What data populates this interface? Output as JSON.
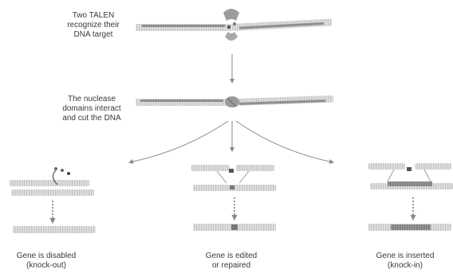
{
  "steps": [
    {
      "text": "Two TALEN\nrecognize their\nDNA target"
    },
    {
      "text": "The nuclease\ndomains interact\nand cut the DNA"
    }
  ],
  "outcomes": [
    {
      "text": "Gene is disabled\n(knock-out)"
    },
    {
      "text": "Gene is edited\nor repaired"
    },
    {
      "text": "Gene is inserted\n(knock-in)"
    }
  ],
  "colors": {
    "strand": "#cfcfcf",
    "strand_dark": "#9a9a9a",
    "target": "#7d7d7d",
    "nuclease": "#8c8c8c",
    "insert": "#6e6e6e",
    "arrow": "#8a8a8a",
    "text": "#3a3a3a"
  }
}
